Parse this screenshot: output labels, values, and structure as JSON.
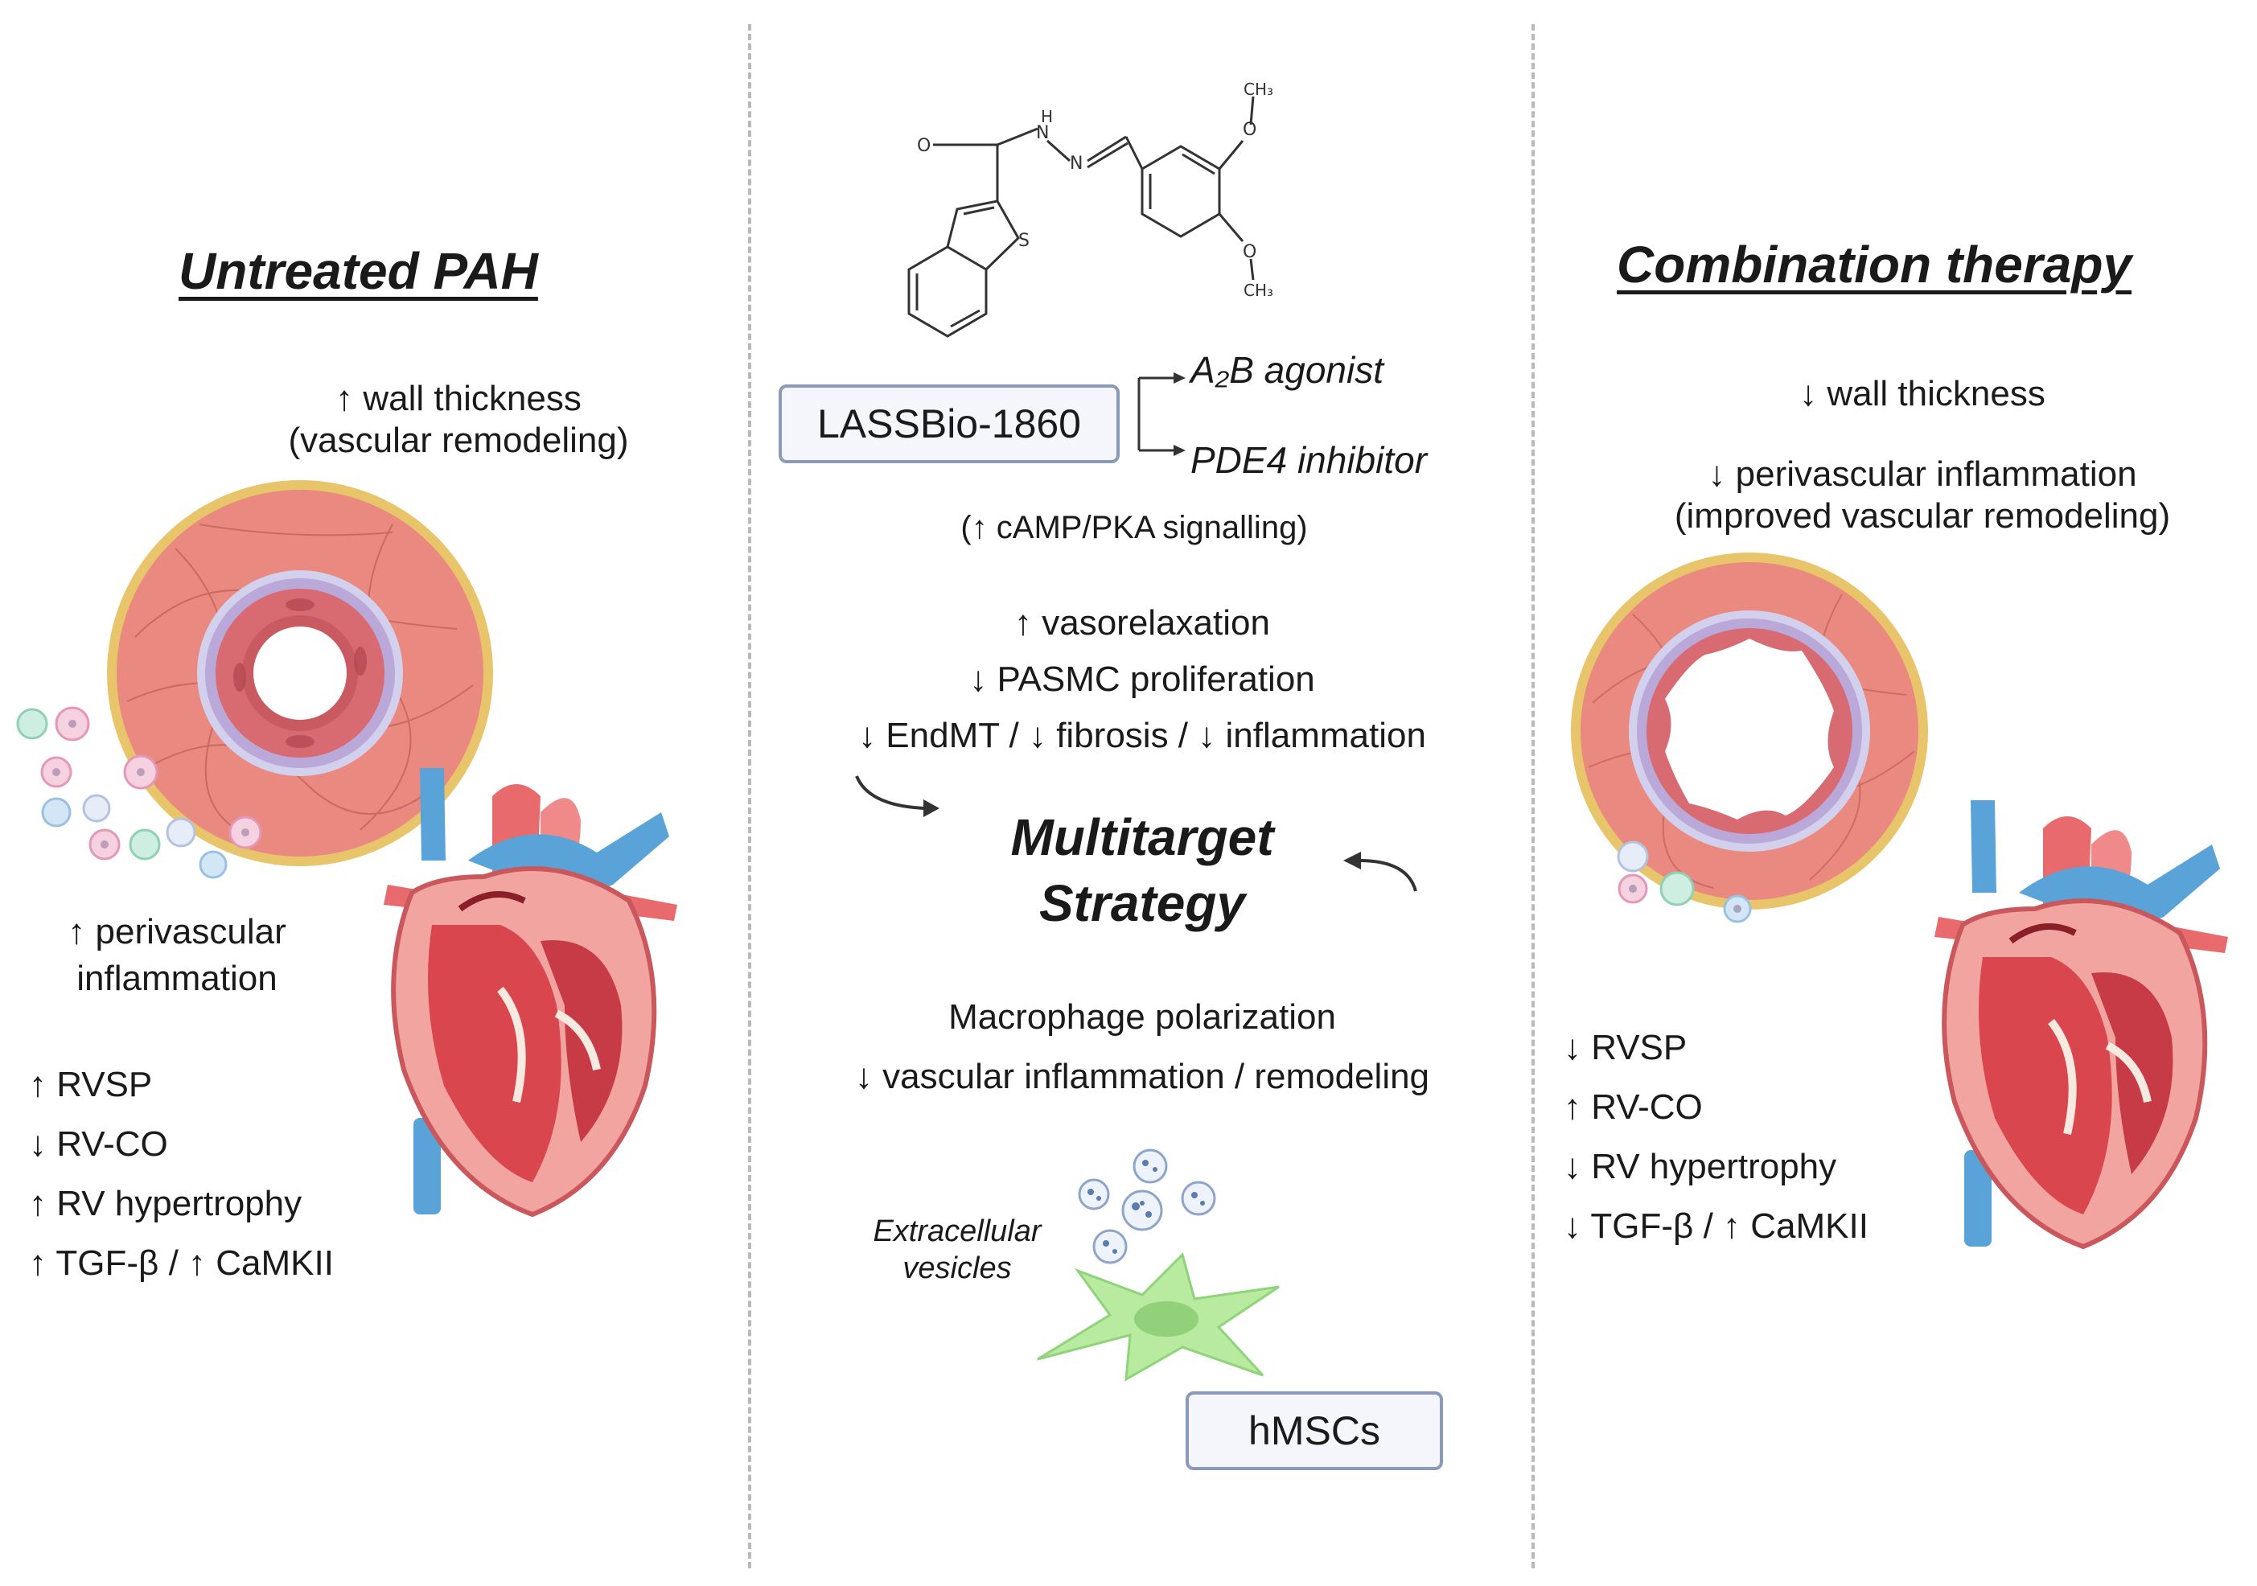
{
  "left_panel": {
    "title": "Untreated PAH",
    "wall_line1": "↑ wall thickness",
    "wall_line2": "(vascular remodeling)",
    "perivascular_line1": "↑ perivascular",
    "perivascular_line2": "inflammation",
    "markers": [
      "↑ RVSP",
      "↓ RV-CO",
      "↑ RV hypertrophy",
      "↑ TGF-β / ↑ CaMKII"
    ]
  },
  "center_panel": {
    "compound_label": "LASSBio-1860",
    "methyl_top": "CH₃",
    "methyl_bottom": "CH₃",
    "atom_o": "O",
    "atom_n1": "N",
    "atom_h": "H",
    "atom_n2": "N",
    "atom_s": "S",
    "atom_o_ether1": "O",
    "atom_o_ether2": "O",
    "action1": "A₂B agonist",
    "action2": "PDE4 inhibitor",
    "signalling": "(↑ cAMP/PKA signalling)",
    "effects": [
      "↑ vasorelaxation",
      "↓ PASMC proliferation",
      "↓ EndMT / ↓ fibrosis / ↓ inflammation"
    ],
    "strategy_line1": "Multitarget",
    "strategy_line2": "Strategy",
    "msc_effects": [
      "Macrophage polarization",
      "↓ vascular inflammation / remodeling"
    ],
    "ev_line1": "Extracellular",
    "ev_line2": "vesicles",
    "cell_label": "hMSCs"
  },
  "right_panel": {
    "title": "Combination therapy",
    "wall": "↓ wall thickness",
    "perivascular_line1": "↓ perivascular inflammation",
    "perivascular_line2": "(improved vascular remodeling)",
    "markers": [
      "↓ RVSP",
      "↑ RV-CO",
      "↓ RV hypertrophy",
      "↓ TGF-β / ↑ CaMKII"
    ]
  },
  "colors": {
    "vessel_outer": "#e9897f",
    "adventitia": "#e8c46a",
    "elastic_lamina": "#b9a8d8",
    "heart_red": "#d9464d",
    "vein_blue": "#5aa3d8",
    "msc_green": "#b8eaa0",
    "box_border": "#8a9ab8"
  }
}
